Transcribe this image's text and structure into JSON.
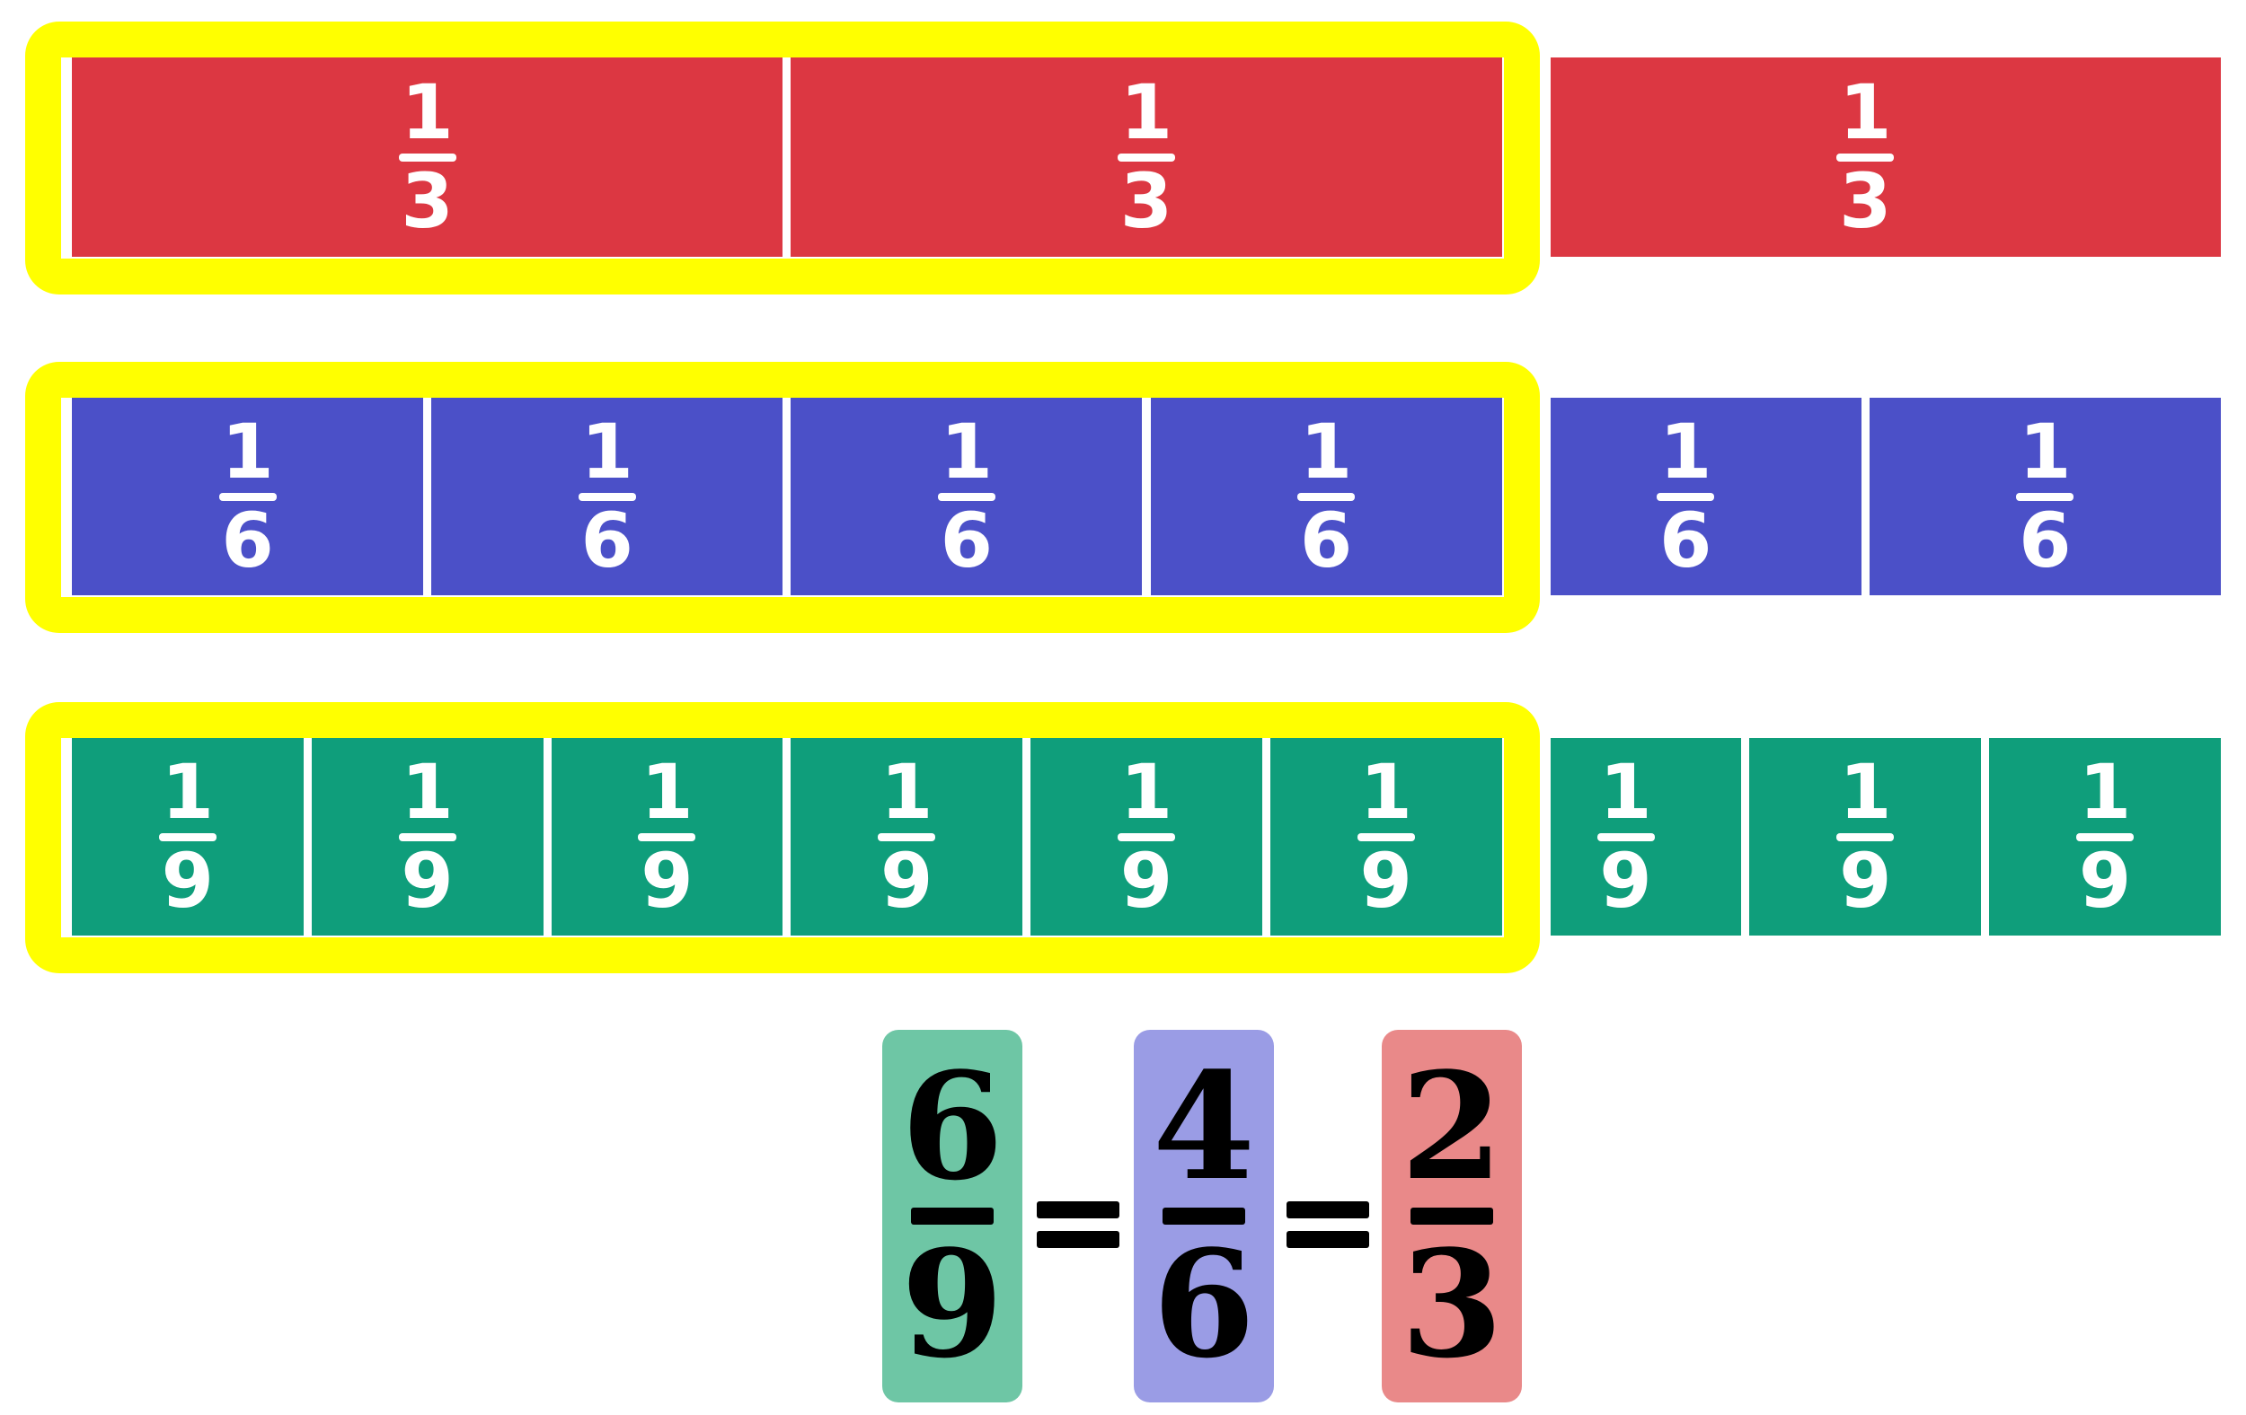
{
  "diagram": {
    "description": "Equivalent fractions bar model",
    "highlight_color": "#ffff00",
    "label_text_color": "#ffffff",
    "rows": [
      {
        "id": "thirds",
        "segments": 3,
        "highlighted_segments": 2,
        "bar_color": "#dc3742",
        "unit_fraction": {
          "numerator": "1",
          "denominator": "3"
        }
      },
      {
        "id": "sixths",
        "segments": 6,
        "highlighted_segments": 4,
        "bar_color": "#4b50c8",
        "unit_fraction": {
          "numerator": "1",
          "denominator": "6"
        }
      },
      {
        "id": "ninths",
        "segments": 9,
        "highlighted_segments": 6,
        "bar_color": "#0f9e7b",
        "unit_fraction": {
          "numerator": "1",
          "denominator": "9"
        }
      }
    ]
  },
  "equation": {
    "operator": "=",
    "fractions": [
      {
        "numerator": "6",
        "denominator": "9",
        "pill_color": "#6ec6a5"
      },
      {
        "numerator": "4",
        "denominator": "6",
        "pill_color": "#9a9ce5"
      },
      {
        "numerator": "2",
        "denominator": "3",
        "pill_color": "#e98989"
      }
    ]
  }
}
